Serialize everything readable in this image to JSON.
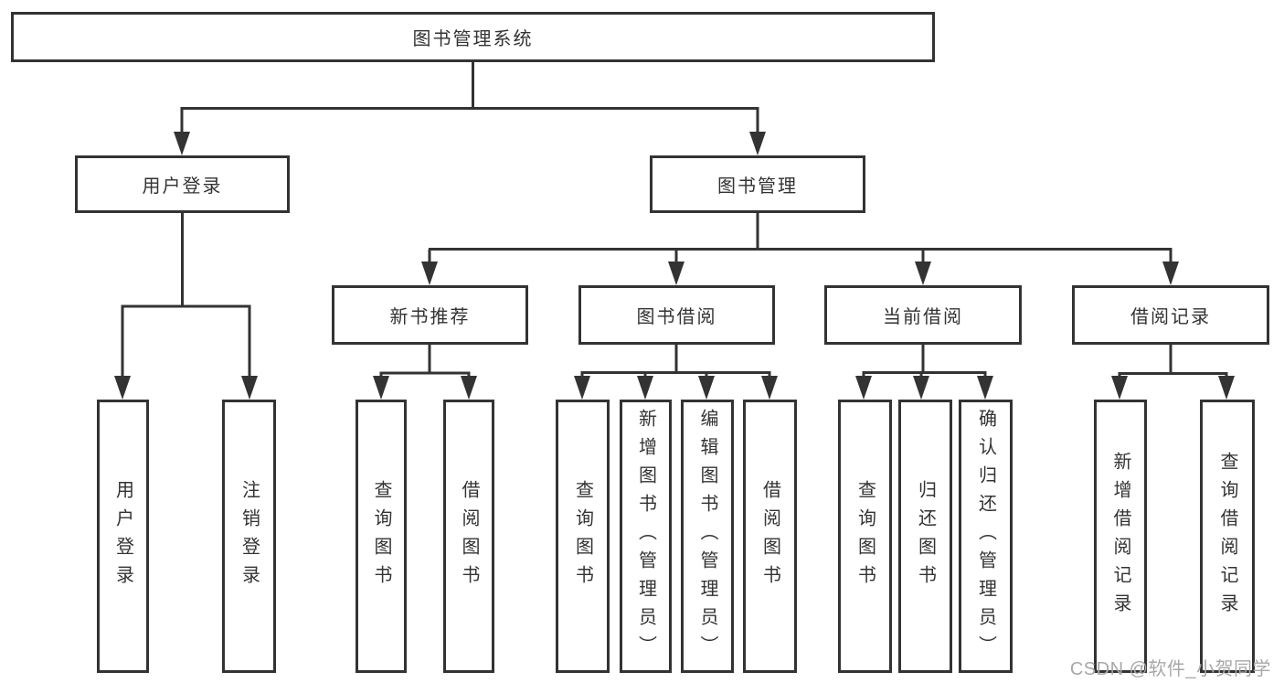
{
  "colors": {
    "line": "#333333",
    "text": "#333333",
    "box_fill": "#ffffff",
    "watermark": "#a8a8a8",
    "background": "#ffffff"
  },
  "diagram": {
    "root": {
      "label": "图书管理系统"
    },
    "level2": [
      {
        "label": "用户登录"
      },
      {
        "label": "图书管理"
      }
    ],
    "level3": [
      {
        "label": "新书推荐"
      },
      {
        "label": "图书借阅"
      },
      {
        "label": "当前借阅"
      },
      {
        "label": "借阅记录"
      }
    ],
    "leaves": [
      {
        "label": "用户登录"
      },
      {
        "label": "注销登录"
      },
      {
        "label": "查询图书"
      },
      {
        "label": "借阅图书"
      },
      {
        "label": "查询图书"
      },
      {
        "label": "新增图书（管理员）"
      },
      {
        "label": "编辑图书（管理员）"
      },
      {
        "label": "借阅图书"
      },
      {
        "label": "查询图书"
      },
      {
        "label": "归还图书"
      },
      {
        "label": "确认归还（管理员）"
      },
      {
        "label": "新增借阅记录"
      },
      {
        "label": "查询借阅记录"
      }
    ]
  },
  "watermark": {
    "text": "CSDN @软件_小贺同学"
  }
}
